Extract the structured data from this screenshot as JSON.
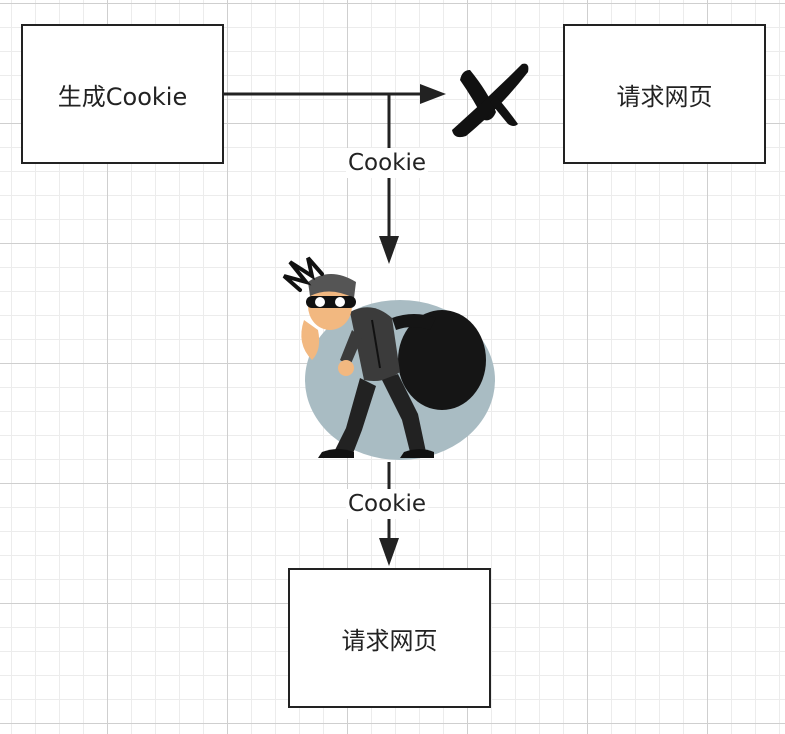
{
  "nodes": {
    "generate": "生成Cookie",
    "request_top": "请求网页",
    "request_bottom": "请求网页"
  },
  "edges": {
    "to_thief_label": "Cookie",
    "to_request_label": "Cookie"
  },
  "icons": {
    "blocked": "x-mark-icon",
    "attacker": "thief-icon"
  },
  "colors": {
    "stroke": "#222222",
    "grid": "#cfcfcf",
    "thief_ellipse": "#a9bcc3"
  }
}
